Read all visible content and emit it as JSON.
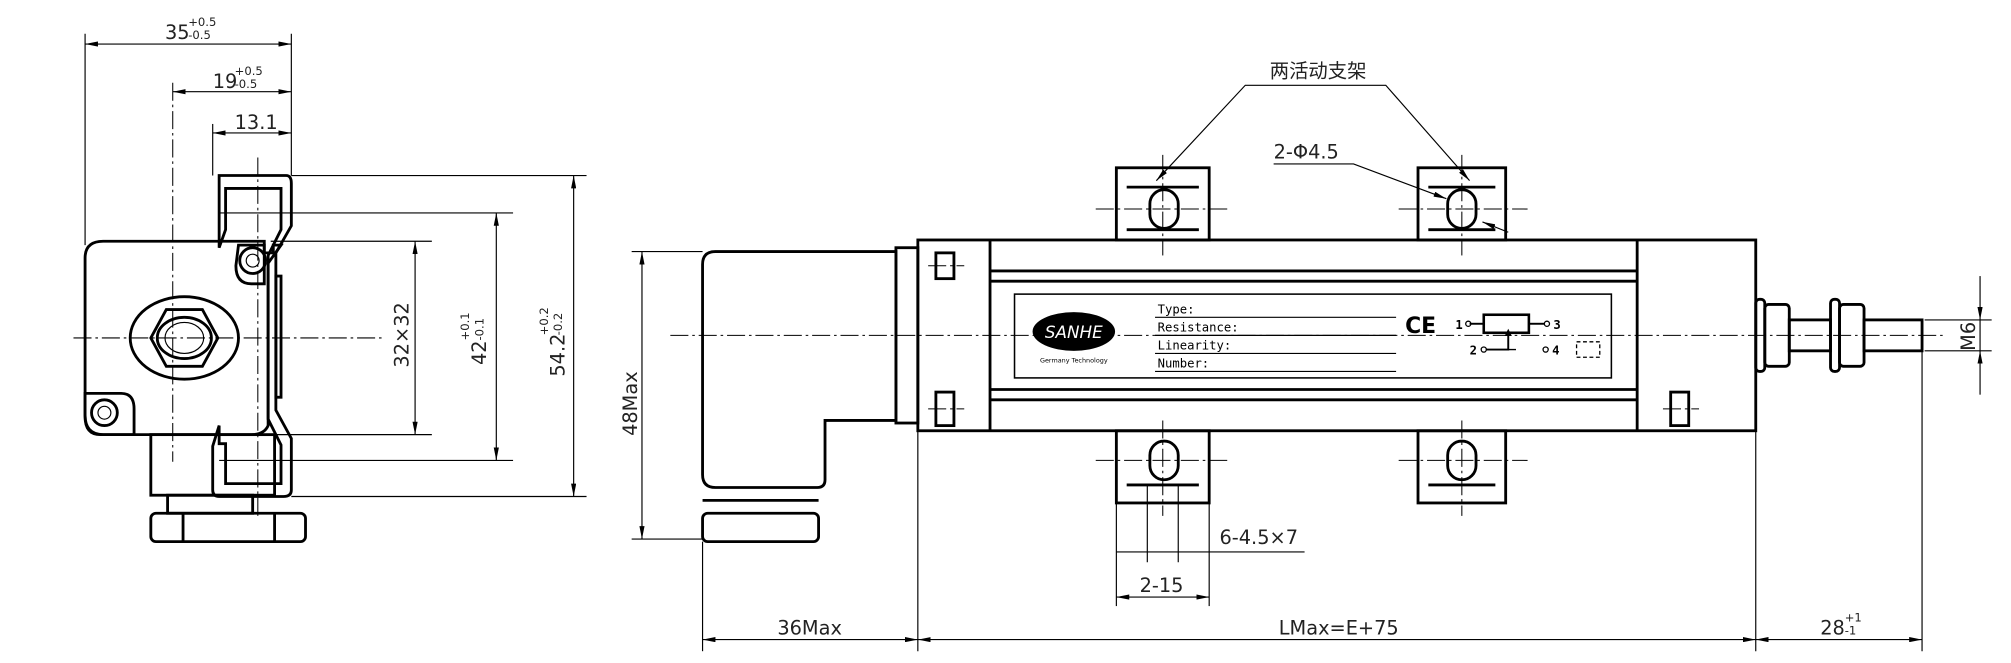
{
  "side_view": {
    "dim_width": {
      "base": "35",
      "upper": "+0.5",
      "lower": "-0.5"
    },
    "dim_center": {
      "base": "19",
      "upper": "+0.5",
      "lower": "-0.5"
    },
    "dim_rail": "13.1",
    "dim_hole_spacing": "32×32",
    "dim_42": {
      "base": "42",
      "upper": "+0.1",
      "lower": "-0.1"
    },
    "dim_54": {
      "base": "54.2",
      "upper": "+0.2",
      "lower": "-0.2"
    }
  },
  "front_view": {
    "bracket_note": "两活动支架",
    "hole_note": "2-Φ4.5",
    "dim_height": "48Max",
    "slot_note": "6-4.5×7",
    "slot_spacing": "2-15",
    "dim_connector": "36Max",
    "dim_length": "LMax=E+75",
    "dim_rod": {
      "base": "28",
      "upper": "+1",
      "lower": "-1"
    },
    "thread": "M6"
  },
  "label_plate": {
    "logo": "SANHE",
    "tagline": "Germany Technology",
    "fields": [
      "Type:",
      "Resistance:",
      "Linearity:",
      "Number:"
    ],
    "ce_mark": "CE",
    "pins": [
      "1",
      "2",
      "3",
      "4"
    ]
  }
}
